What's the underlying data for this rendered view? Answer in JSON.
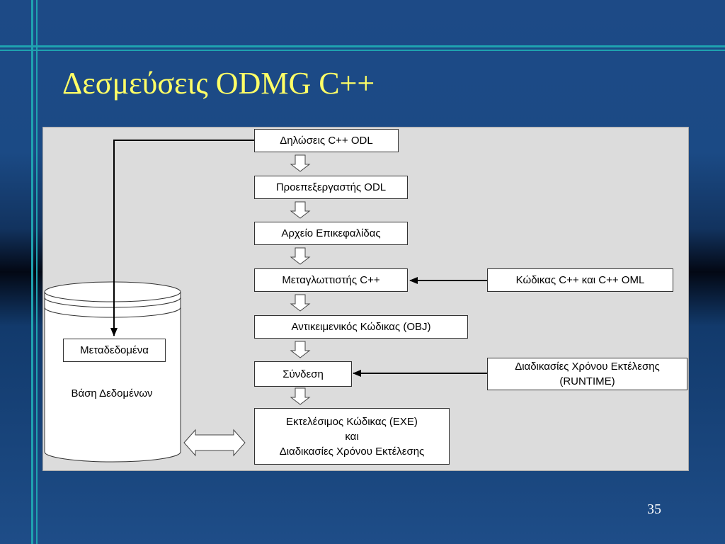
{
  "slide": {
    "title": "Δεσμεύσεις ODMG C++",
    "page_number": "35"
  },
  "diagram": {
    "steps": [
      "Δηλώσεις C++ ODL",
      "Προεπεξεργαστής ODL",
      "Αρχείο Επικεφαλίδας",
      "Μεταγλωττιστής C++",
      "Αντικειμενικός Κώδικας (OBJ)",
      "Σύνδεση"
    ],
    "final_step": {
      "line1": "Εκτελέσιμος Κώδικας (EXE)",
      "line2": "και",
      "line3": "Διαδικασίες Χρόνου Εκτέλεσης"
    },
    "inputs": {
      "compiler_input": "Κώδικας C++ και C++ OML",
      "runtime_line1": "Διαδικασίες Χρόνου Εκτέλεσης",
      "runtime_line2": "(RUNTIME)"
    },
    "database": {
      "label": "Βάση Δεδομένων",
      "metadata": "Μεταδεδομένα"
    }
  }
}
